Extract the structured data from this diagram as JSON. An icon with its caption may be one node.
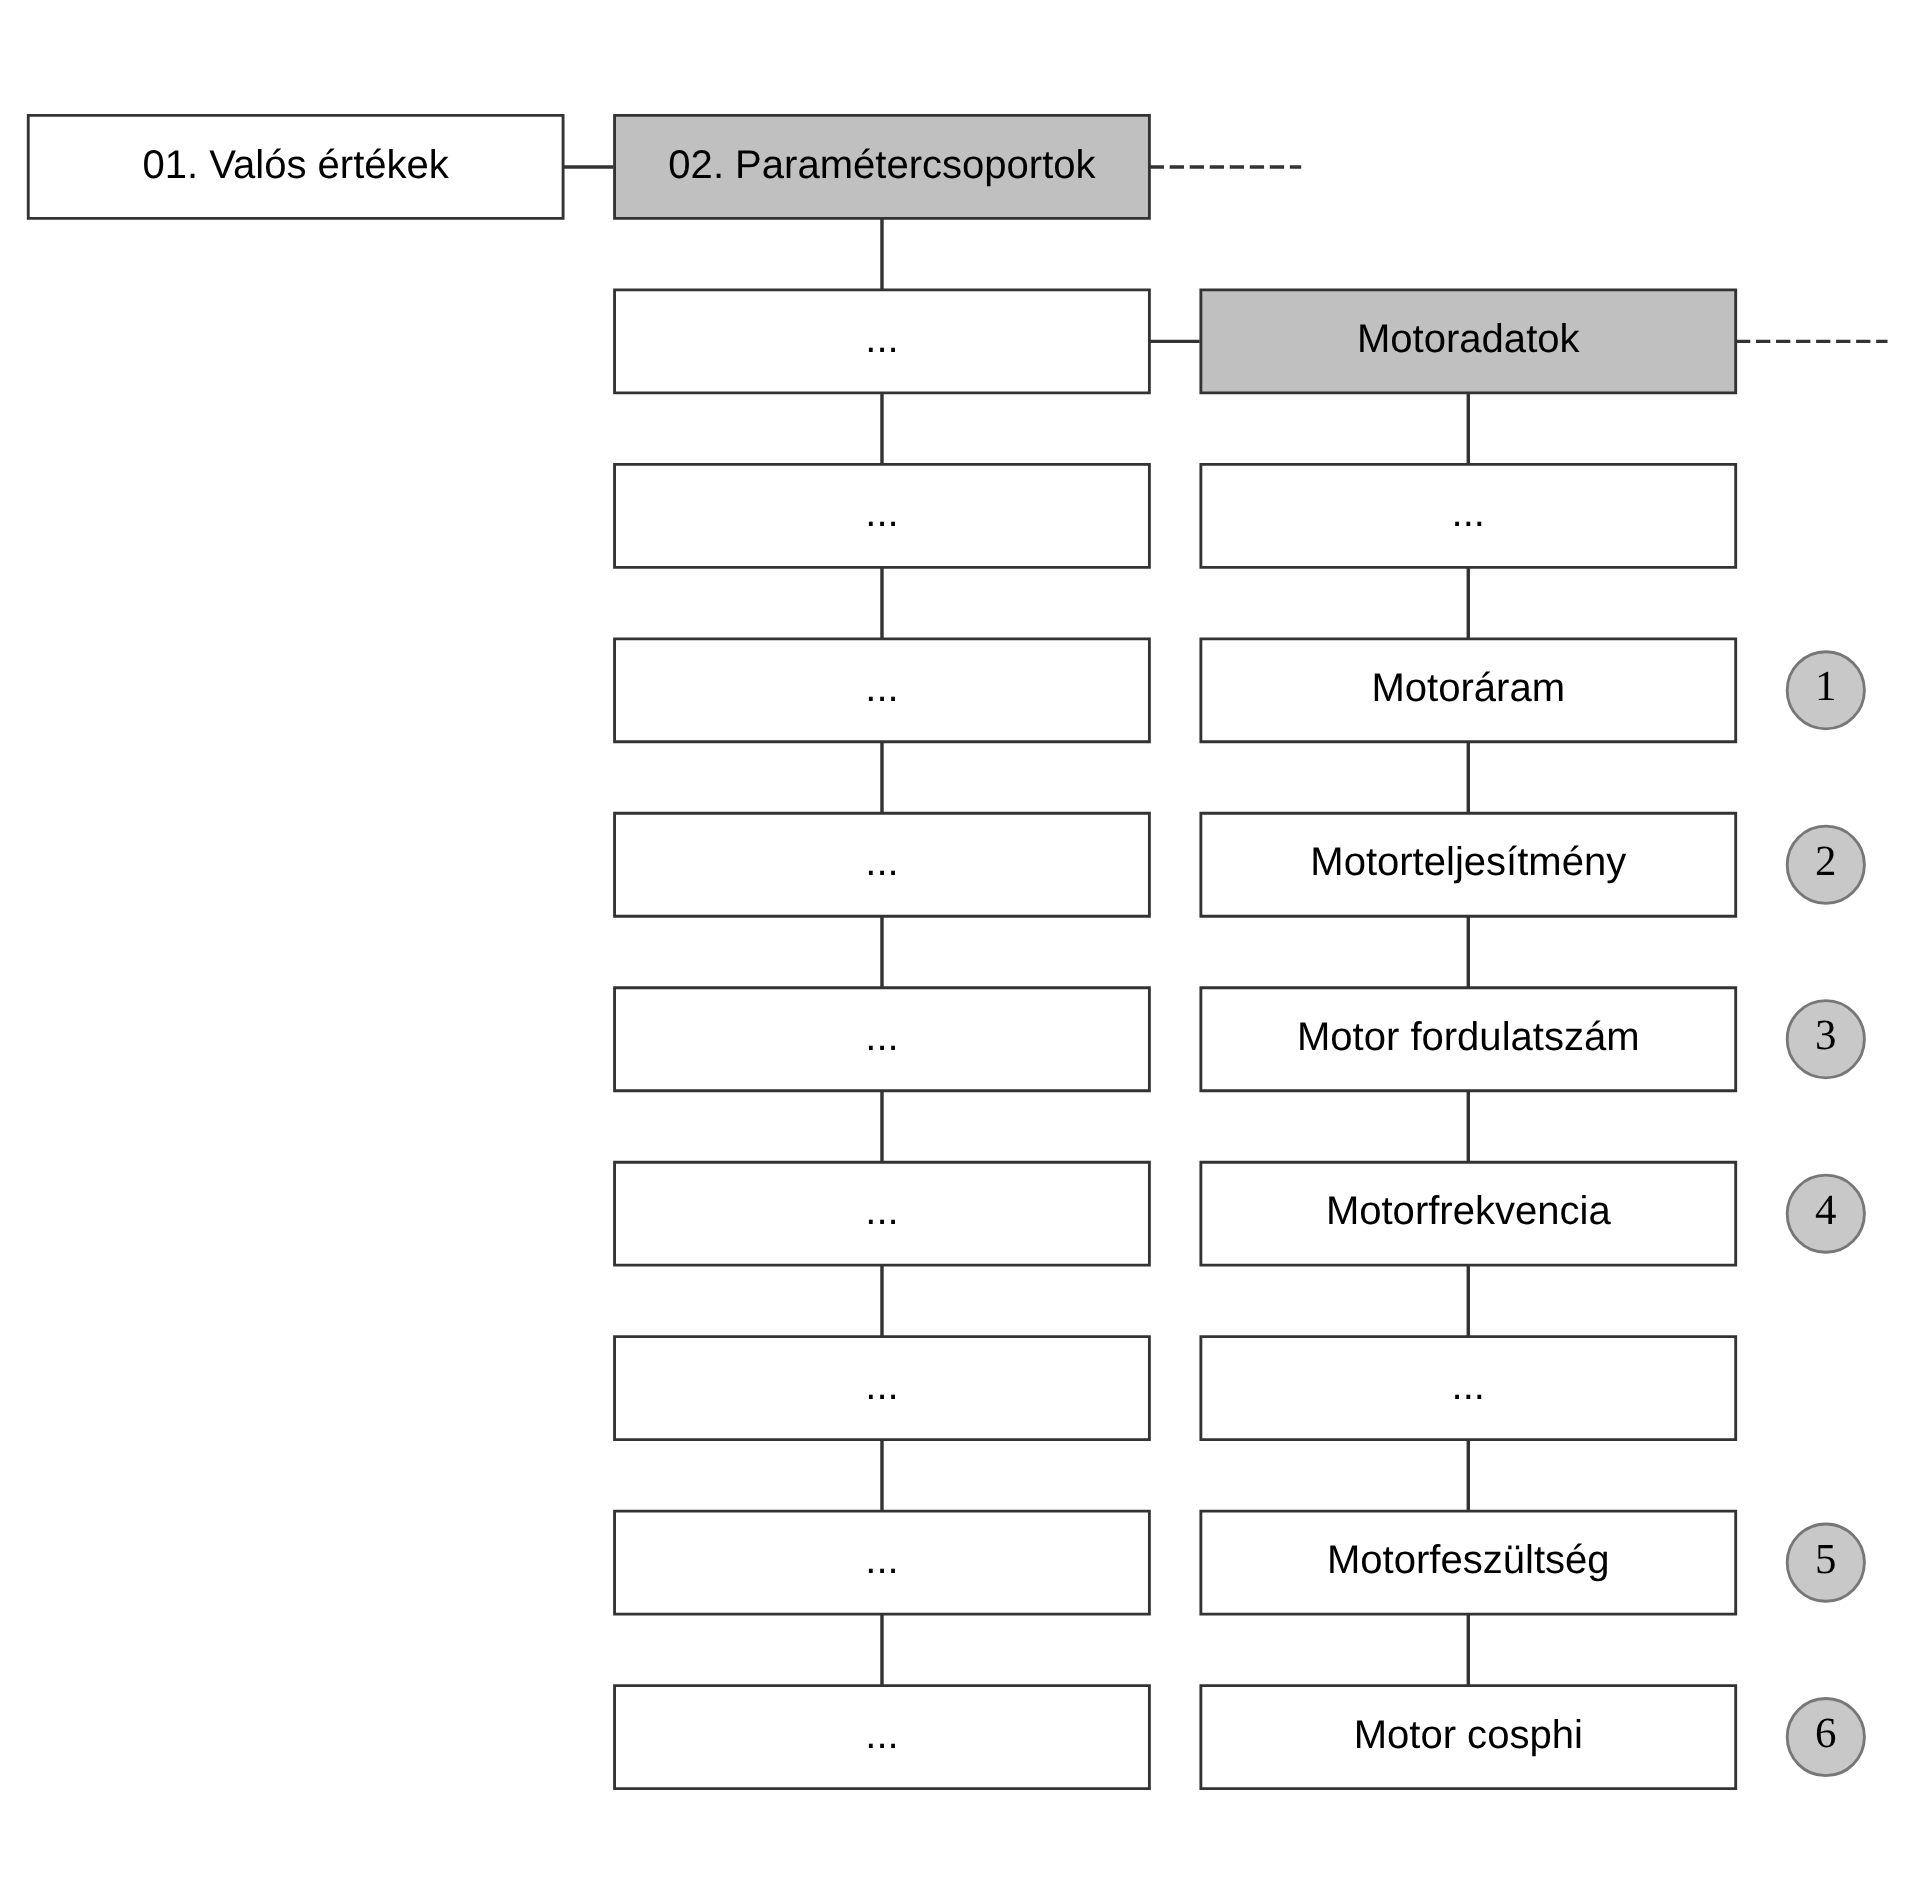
{
  "diagram": {
    "nodes": [
      {
        "text": [
          "01. Valós értékek"
        ]
      },
      {
        "text": [
          "02. Paramétercsoportok"
        ]
      },
      {
        "text": [
          "..."
        ]
      },
      {
        "text": [
          "Motoradatok"
        ]
      },
      {
        "text": [
          "..."
        ]
      },
      {
        "text": [
          "..."
        ]
      },
      {
        "text": [
          "..."
        ]
      },
      {
        "text": [
          "1"
        ]
      },
      {
        "text": [
          "Motoráram"
        ]
      },
      {
        "text": [
          "..."
        ]
      },
      {
        "text": [
          "2"
        ]
      },
      {
        "text": [
          "Motorteljesítmény"
        ]
      },
      {
        "text": [
          "..."
        ]
      },
      {
        "text": [
          "3"
        ]
      },
      {
        "text": [
          "Motor fordulatszám"
        ]
      },
      {
        "text": [
          "..."
        ]
      },
      {
        "text": [
          "4"
        ]
      },
      {
        "text": [
          "Motorfrekvencia"
        ]
      },
      {
        "text": [
          "..."
        ]
      },
      {
        "text": [
          "..."
        ]
      },
      {
        "text": [
          "..."
        ]
      },
      {
        "text": [
          "5"
        ]
      },
      {
        "text": [
          "Motorfeszültség"
        ]
      },
      {
        "text": [
          "..."
        ]
      },
      {
        "text": [
          "6"
        ]
      },
      {
        "text": [
          "Motor cosphi"
        ]
      }
    ],
    "edges": [
      {
        "from": 0,
        "to": 1,
        "arrow": "none"
      },
      {
        "from": 1,
        "to": 2,
        "arrow": "none"
      },
      {
        "from": 1,
        "to": null,
        "arrow": "none",
        "style": "dashed"
      },
      {
        "from": 2,
        "to": 3,
        "arrow": "none"
      },
      {
        "from": 3,
        "to": null,
        "arrow": "none",
        "style": "dashed"
      },
      {
        "from": 2,
        "to": 4,
        "arrow": "none"
      },
      {
        "from": 4,
        "to": 6,
        "arrow": "none"
      },
      {
        "from": 6,
        "to": 9,
        "arrow": "none"
      },
      {
        "from": 9,
        "to": 12,
        "arrow": "none"
      },
      {
        "from": 12,
        "to": 15,
        "arrow": "none"
      },
      {
        "from": 15,
        "to": 18,
        "arrow": "none"
      },
      {
        "from": 18,
        "to": 20,
        "arrow": "none"
      },
      {
        "from": 20,
        "to": 23,
        "arrow": "none"
      },
      {
        "from": 3,
        "to": 5,
        "arrow": "none"
      },
      {
        "from": 5,
        "to": 8,
        "arrow": "none"
      },
      {
        "from": 8,
        "to": 11,
        "arrow": "none"
      },
      {
        "from": 11,
        "to": 14,
        "arrow": "none"
      },
      {
        "from": 14,
        "to": 17,
        "arrow": "none"
      },
      {
        "from": 17,
        "to": 19,
        "arrow": "none"
      },
      {
        "from": 19,
        "to": 22,
        "arrow": "none"
      },
      {
        "from": 22,
        "to": 25,
        "arrow": "none"
      }
    ]
  }
}
